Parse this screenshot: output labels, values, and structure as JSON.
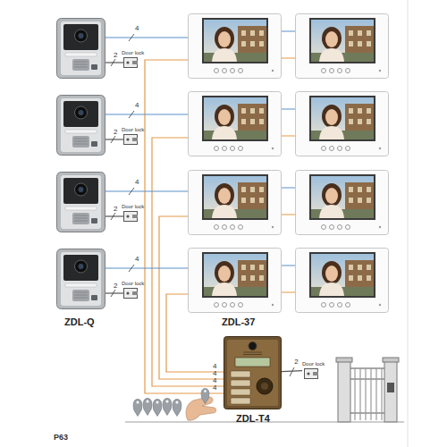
{
  "diagram": {
    "nodes": [
      {
        "text": [
          "Door lock"
        ]
      },
      {
        "text": [
          "Door lock"
        ]
      },
      {
        "text": [
          "Door lock"
        ]
      },
      {
        "text": [
          "Door lock"
        ]
      },
      {
        "text": [
          "ZDL-T4"
        ]
      },
      {
        "text": [
          "Door lock"
        ]
      }
    ],
    "edges": [
      {
        "from": 4,
        "to": 5,
        "arrow": "none",
        "label": "2"
      }
    ],
    "labels": [
      "4",
      "2",
      "4",
      "2",
      "4",
      "2",
      "4",
      "2",
      "ZDL-Q",
      "ZDL-37",
      "4",
      "4",
      "4",
      "4",
      "P63"
    ]
  }
}
